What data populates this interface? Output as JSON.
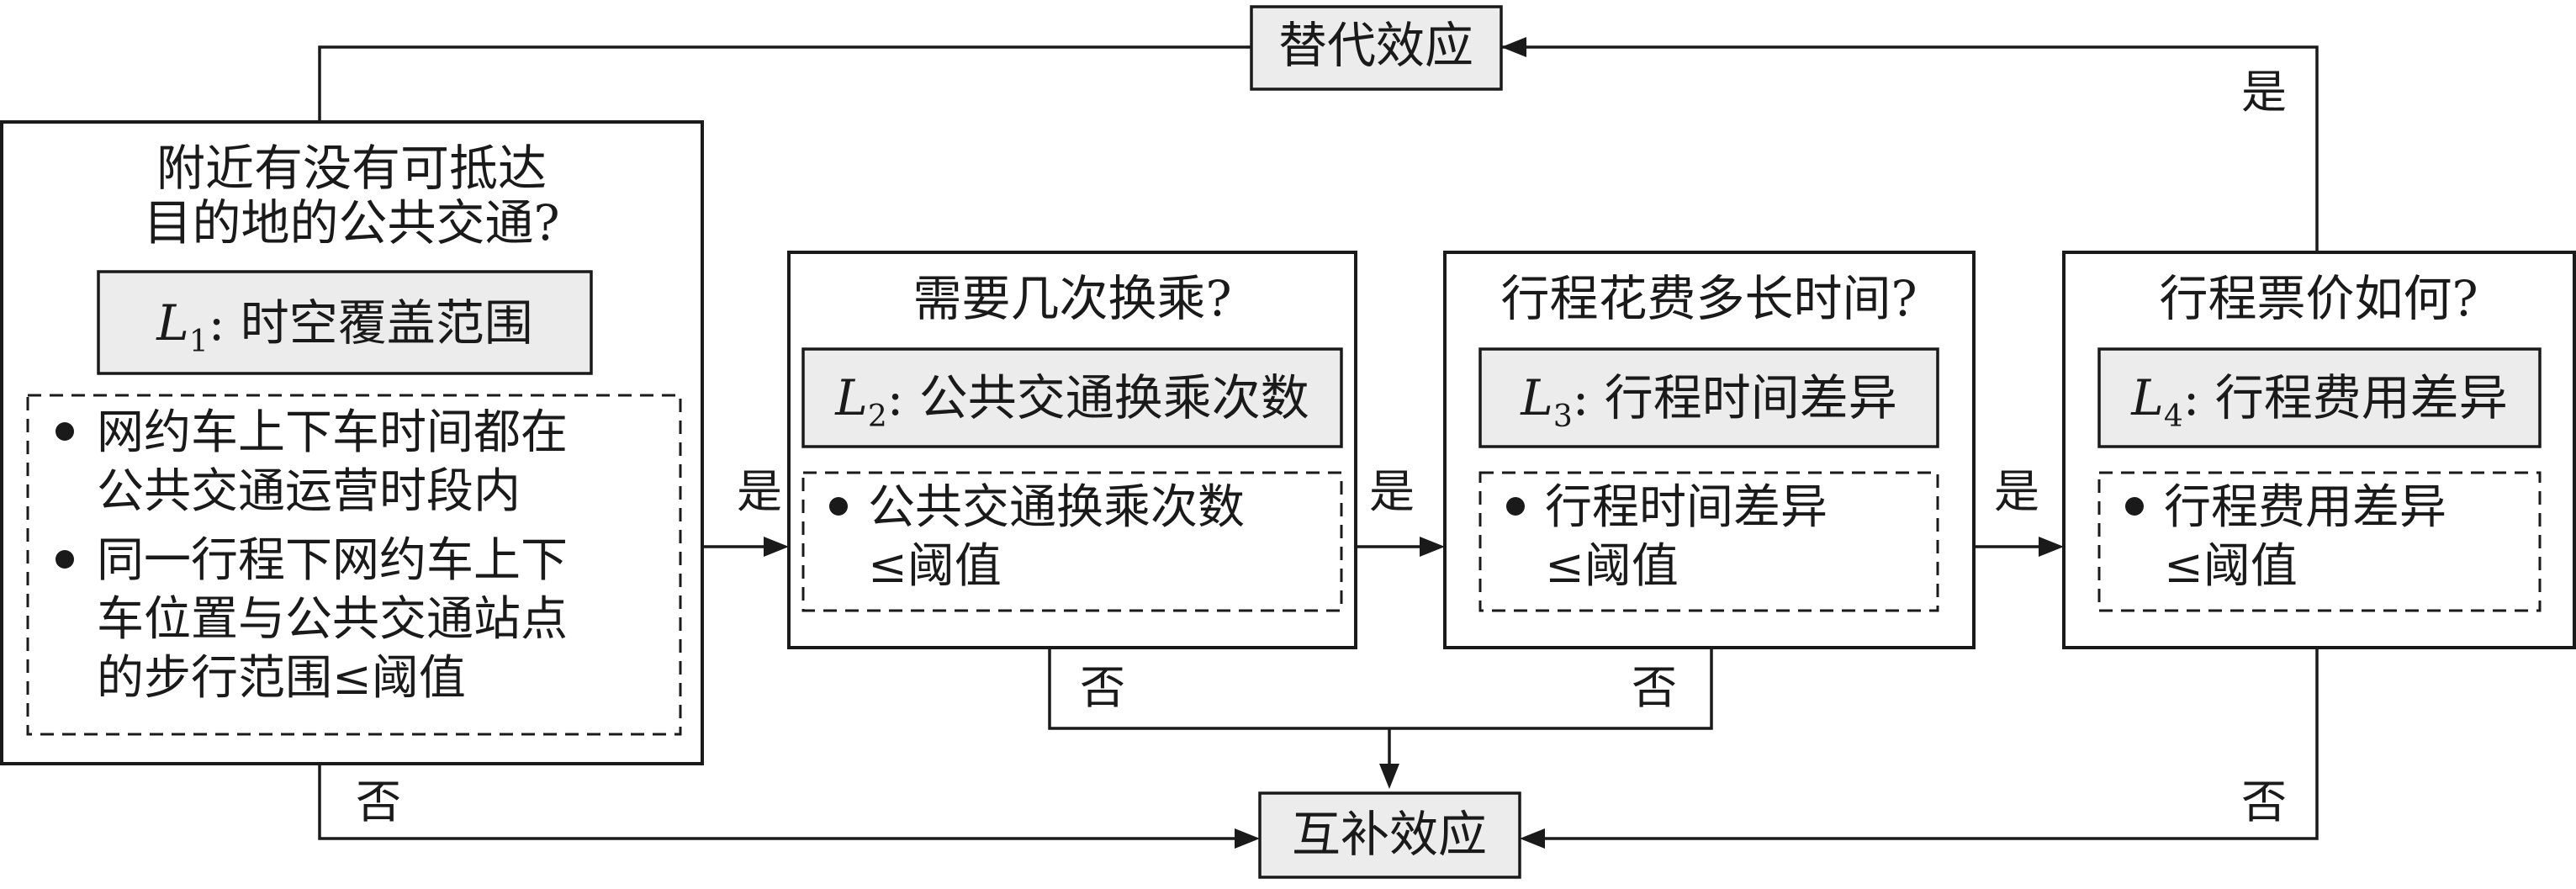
{
  "effects": {
    "substitution": "替代效应",
    "complement": "互补效应"
  },
  "answers": {
    "yes": "是",
    "no": "否"
  },
  "boxes": [
    {
      "question": [
        "附近有没有可抵达",
        "目的地的公共交通?"
      ],
      "label_var": "L",
      "label_sub": "1",
      "label_text": ": 时空覆盖范围",
      "bullets": [
        [
          "网约车上下车时间都在",
          "公共交通运营时段内"
        ],
        [
          "同一行程下网约车上下",
          "车位置与公共交通站点",
          "的步行范围≤阈值"
        ]
      ]
    },
    {
      "question": [
        "需要几次换乘?"
      ],
      "label_var": "L",
      "label_sub": "2",
      "label_text": ": 公共交通换乘次数",
      "bullets": [
        [
          "公共交通换乘次数",
          "≤阈值"
        ]
      ]
    },
    {
      "question": [
        "行程花费多长时间?"
      ],
      "label_var": "L",
      "label_sub": "3",
      "label_text": ": 行程时间差异",
      "bullets": [
        [
          "行程时间差异",
          "≤阈值"
        ]
      ]
    },
    {
      "question": [
        "行程票价如何?"
      ],
      "label_var": "L",
      "label_sub": "4",
      "label_text": ": 行程费用差异",
      "bullets": [
        [
          "行程费用差异",
          "≤阈值"
        ]
      ]
    }
  ]
}
